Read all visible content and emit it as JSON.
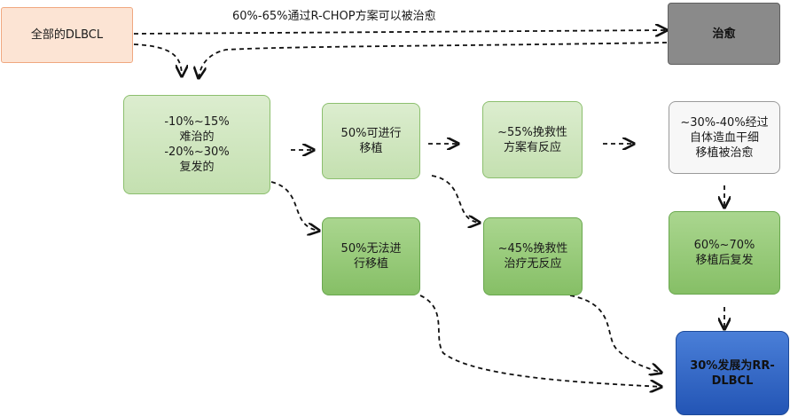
{
  "nodes": {
    "all_dlbcl": "全部的DLBCL",
    "cured": "治愈",
    "refractory_relapse": "-10%~15%\n难治的\n-20%~30%\n复发的",
    "transplant_ok": "50%可进行\n移植",
    "salvage_response": "~55%挽救性\n方案有反应",
    "transplant_cured": "~30%-40%经过\n自体造血干细\n移植被治愈",
    "no_transplant": "50%无法进\n行移植",
    "salvage_no_response": "~45%挽救性\n治疗无反应",
    "post_transplant_relapse": "60%~70%\n移植后复发",
    "rr_dlbcl": "30%发展为RR-\nDLBCL"
  },
  "edges": {
    "rchop_label": "60%-65%通过R-CHOP方案可以被治愈"
  }
}
